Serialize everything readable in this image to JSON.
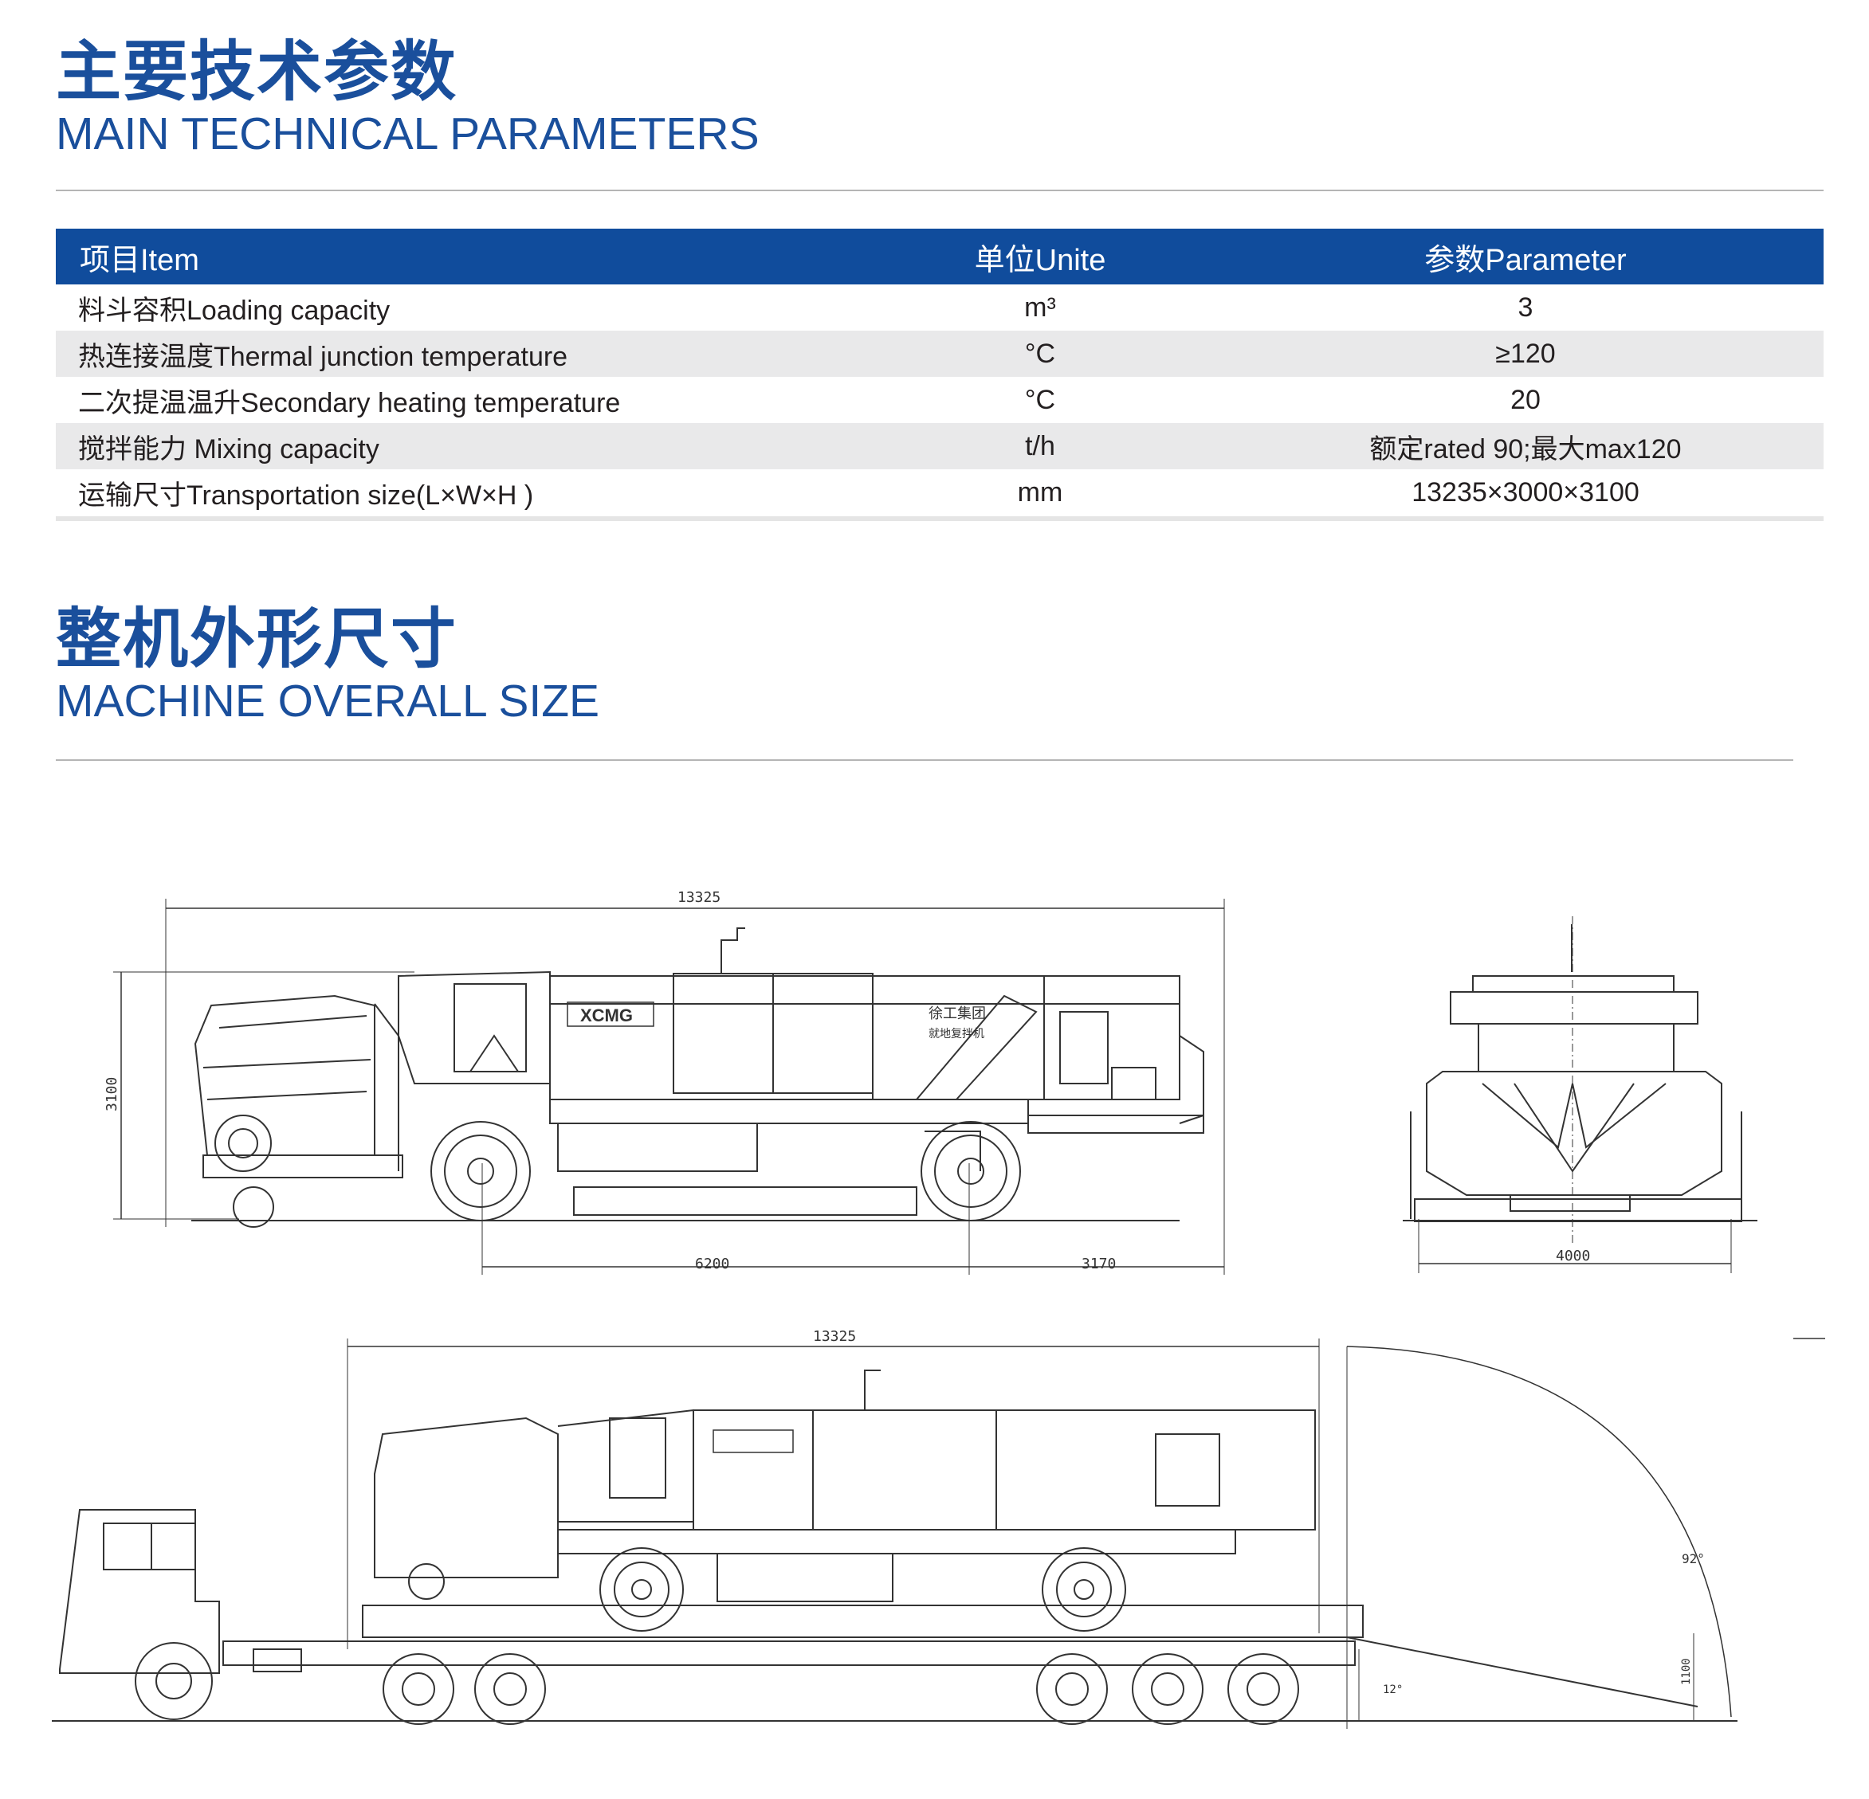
{
  "section1": {
    "title_cn": "主要技术参数",
    "title_en": "MAIN TECHNICAL PARAMETERS"
  },
  "table": {
    "headers": [
      "项目Item",
      "单位Unite",
      "参数Parameter"
    ],
    "rows": [
      {
        "item": "料斗容积Loading capacity",
        "unit": "m³",
        "value": "3"
      },
      {
        "item": "热连接温度Thermal junction temperature",
        "unit": "°C",
        "value": "≥120"
      },
      {
        "item": "二次提温温升Secondary heating temperature",
        "unit": "°C",
        "value": "20"
      },
      {
        "item": "搅拌能力 Mixing capacity",
        "unit": "t/h",
        "value": "额定rated 90;最大max120"
      },
      {
        "item": "运输尺寸Transportation size(L×W×H )",
        "unit": "mm",
        "value": "13235×3000×3100"
      }
    ]
  },
  "section2": {
    "title_cn": "整机外形尺寸",
    "title_en": "MACHINE OVERALL SIZE"
  },
  "drawing": {
    "side_length": "13325",
    "side_height": "3100",
    "wheelbase": "6200",
    "rear_overhang": "3170",
    "front_width": "4000",
    "transport_length": "13325",
    "ramp_swing_angle": "92°",
    "ramp_angle": "12°",
    "deck_height": "1100",
    "brand": "XCMG",
    "brand_cn": "徐工集团",
    "machine_cn": "就地复拌机"
  },
  "colors": {
    "title_blue": "#1a4f9c",
    "header_blue": "#104c9c",
    "row_shade": "#e9e9ea"
  }
}
